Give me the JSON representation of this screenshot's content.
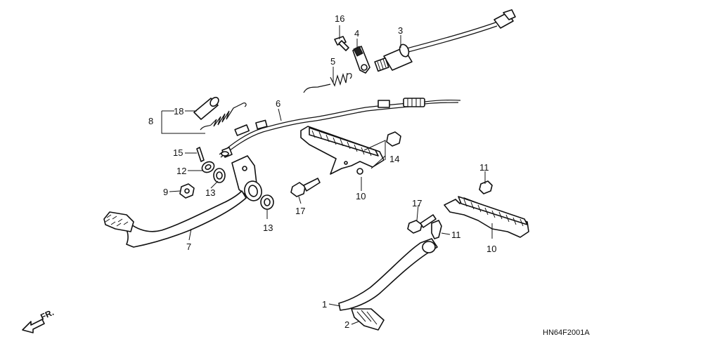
{
  "callouts": {
    "c1": "1",
    "c2": "2",
    "c3": "3",
    "c4": "4",
    "c5": "5",
    "c6": "6",
    "c7": "7",
    "c8": "8",
    "c9": "9",
    "c10a": "10",
    "c10b": "10",
    "c11a": "11",
    "c11b": "11",
    "c12": "12",
    "c13a": "13",
    "c13b": "13",
    "c14": "14",
    "c15": "15",
    "c16": "16",
    "c17a": "17",
    "c17b": "17",
    "c18": "18"
  },
  "direction_label": "FR.",
  "diagram_code": "HN64F2001A"
}
